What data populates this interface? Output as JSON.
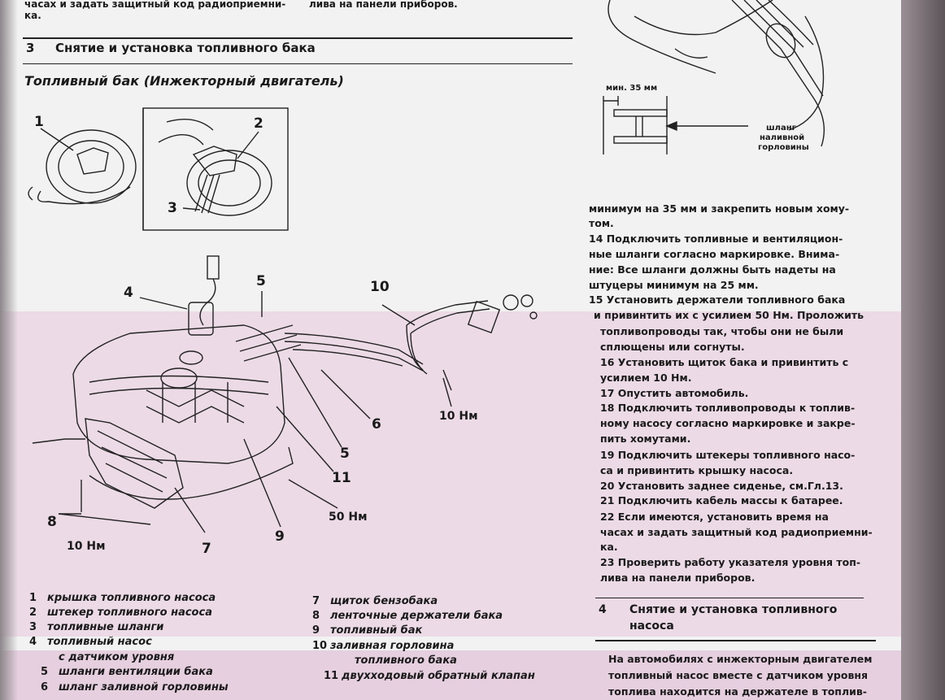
{
  "top": {
    "left_fragment_1": "часах и задать защитный код радиоприемни-",
    "left_fragment_2": "ка.",
    "mid_fragment": "лива на панели приборов."
  },
  "section3": {
    "number": "3",
    "title": "Снятие и установка топливного бака",
    "figure_title": "Топливный бак (Инжекторный двигатель)"
  },
  "callouts": {
    "c1": "1",
    "c2": "2",
    "c3": "3",
    "c4": "4",
    "c5a": "5",
    "c5b": "5",
    "c6": "6",
    "c7": "7",
    "c8": "8",
    "c9": "9",
    "c10": "10",
    "c11": "11"
  },
  "torques": {
    "t_10_right": "10 Нм",
    "t_50": "50 Нм",
    "t_10_left": "10 Нм"
  },
  "inset": {
    "min_label": "мин. 35 мм",
    "hose_label_1": "шланг",
    "hose_label_2": "наливной",
    "hose_label_3": "горловины"
  },
  "instructions": [
    "минимум на 35 мм и закрепить новым хому-",
    "том.",
    "14   Подключить топливные и вентиляцион-",
    "ные шланги согласно маркировке. Внима-",
    "ние: Все шланги должны быть надеты на",
    "штуцеры минимум на 25 мм.",
    "15   Установить держатели топливного бака",
    "и привинтить их с усилием 50 Нм. Проложить",
    "топливопроводы так, чтобы они не были",
    "сплющены или согнуты.",
    "16   Установить щиток бака и привинтить с",
    "усилием 10 Нм.",
    "17   Опустить автомобиль.",
    "18   Подключить топливопроводы к топлив-",
    "ному насосу согласно маркировке и закре-",
    "пить хомутами.",
    "19   Подключить штекеры топливного насо-",
    "са и привинтить крышку насоса.",
    "20   Установить заднее сиденье, см.Гл.13.",
    "21   Подключить кабель массы к батарее.",
    "22   Если имеются, установить время на",
    "часах и задать защитный код радиоприемни-",
    "ка.",
    "23   Проверить работу указателя уровня топ-",
    "лива на панели приборов."
  ],
  "section4": {
    "number": "4",
    "title_1": "Снятие и установка топливного",
    "title_2": "насоса",
    "body": [
      "На автомобилях с инжекторным двигателем",
      "топливный насос вместе с датчиком уровня",
      "топлива находится на держателе в топлив-"
    ]
  },
  "legend_left": [
    {
      "n": "1",
      "text": "крышка топливного насоса"
    },
    {
      "n": "2",
      "text": "штекер топливного насоса"
    },
    {
      "n": "3",
      "text": "топливные шланги"
    },
    {
      "n": "4",
      "text": "топливный насос"
    },
    {
      "n": "",
      "text": "с датчиком уровня"
    },
    {
      "n": "5",
      "text": "шланги вентиляции бака"
    },
    {
      "n": "6",
      "text": "шланг заливной горловины"
    }
  ],
  "legend_right": [
    {
      "n": "7",
      "text": "щиток бензобака"
    },
    {
      "n": "8",
      "text": "ленточные держатели бака"
    },
    {
      "n": "9",
      "text": "топливный бак"
    },
    {
      "n": "10",
      "text": "заливная горловина"
    },
    {
      "n": "",
      "text": "топливного бака"
    },
    {
      "n": "11",
      "text": "двухходовый обратный клапан"
    }
  ]
}
